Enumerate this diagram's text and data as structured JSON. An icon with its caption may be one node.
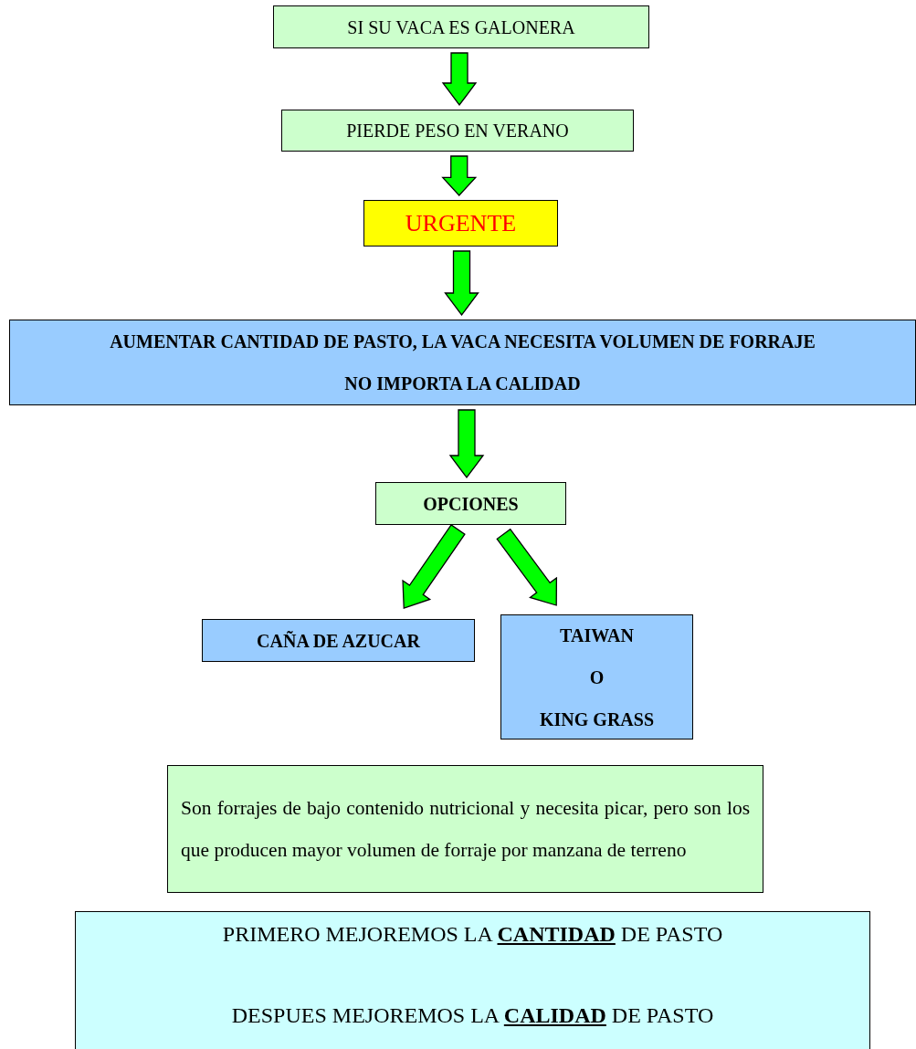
{
  "diagram": {
    "nodes": [
      {
        "text": [
          "SI SU VACA ES GALONERA"
        ]
      },
      {
        "text": [
          "PIERDE PESO EN VERANO"
        ]
      },
      {
        "text": [
          "URGENTE"
        ]
      },
      {
        "text": [
          "AUMENTAR CANTIDAD DE PASTO, LA VACA NECESITA VOLUMEN DE FORRAJE",
          "NO IMPORTA LA CALIDAD"
        ]
      },
      {
        "text": [
          "OPCIONES"
        ]
      },
      {
        "text": [
          "CAÑA DE AZUCAR"
        ]
      },
      {
        "text": [
          "TAIWAN",
          "O",
          "KING GRASS"
        ]
      },
      {
        "text": [
          "Son forrajes de bajo contenido nutricional y necesita picar, pero son los que producen mayor volumen de forraje por manzana de terreno"
        ]
      },
      {
        "text": [
          "PRIMERO MEJOREMOS LA **CANTIDAD** DE PASTO",
          "DESPUES MEJOREMOS LA **CALIDAD** DE PASTO"
        ]
      }
    ],
    "edges": [
      {
        "from": 0,
        "to": 1,
        "arrow": "to"
      },
      {
        "from": 1,
        "to": 2,
        "arrow": "to"
      },
      {
        "from": 2,
        "to": 3,
        "arrow": "to"
      },
      {
        "from": 3,
        "to": 4,
        "arrow": "to"
      },
      {
        "from": 4,
        "to": 5,
        "arrow": "to"
      },
      {
        "from": 4,
        "to": 6,
        "arrow": "to"
      }
    ]
  }
}
